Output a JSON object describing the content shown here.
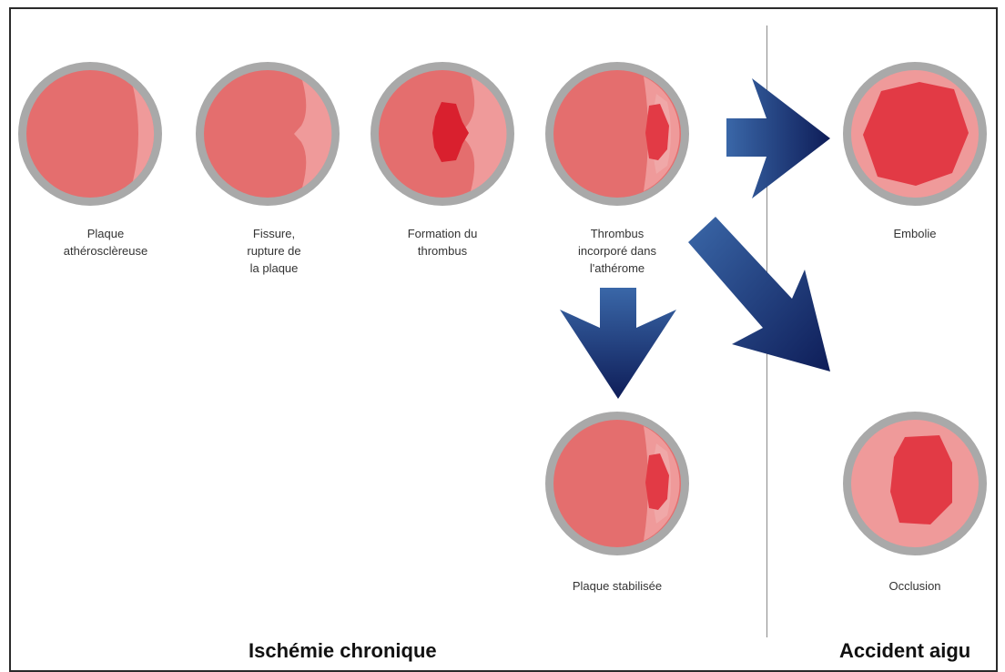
{
  "stages": {
    "plaque": "Plaque\nathérosclèreuse",
    "fissure": "Fissure,\nrupture de\nla plaque",
    "formation": "Formation du\nthrombus",
    "incorpore": "Thrombus\nincorporé dans\nl'athérome",
    "embolie": "Embolie",
    "stabilisee": "Plaque stabilisée",
    "occlusion": "Occlusion"
  },
  "sections": {
    "chronic": "Ischémie chronique",
    "acute": "Accident aigu"
  },
  "colors": {
    "wall": "#a9a9a9",
    "lumen": "#e46e6e",
    "plaque": "#ef9a9a",
    "thrombus": "#e23a45",
    "fresh_thrombus": "#d9202e",
    "arrow": "#1c2e6e"
  }
}
